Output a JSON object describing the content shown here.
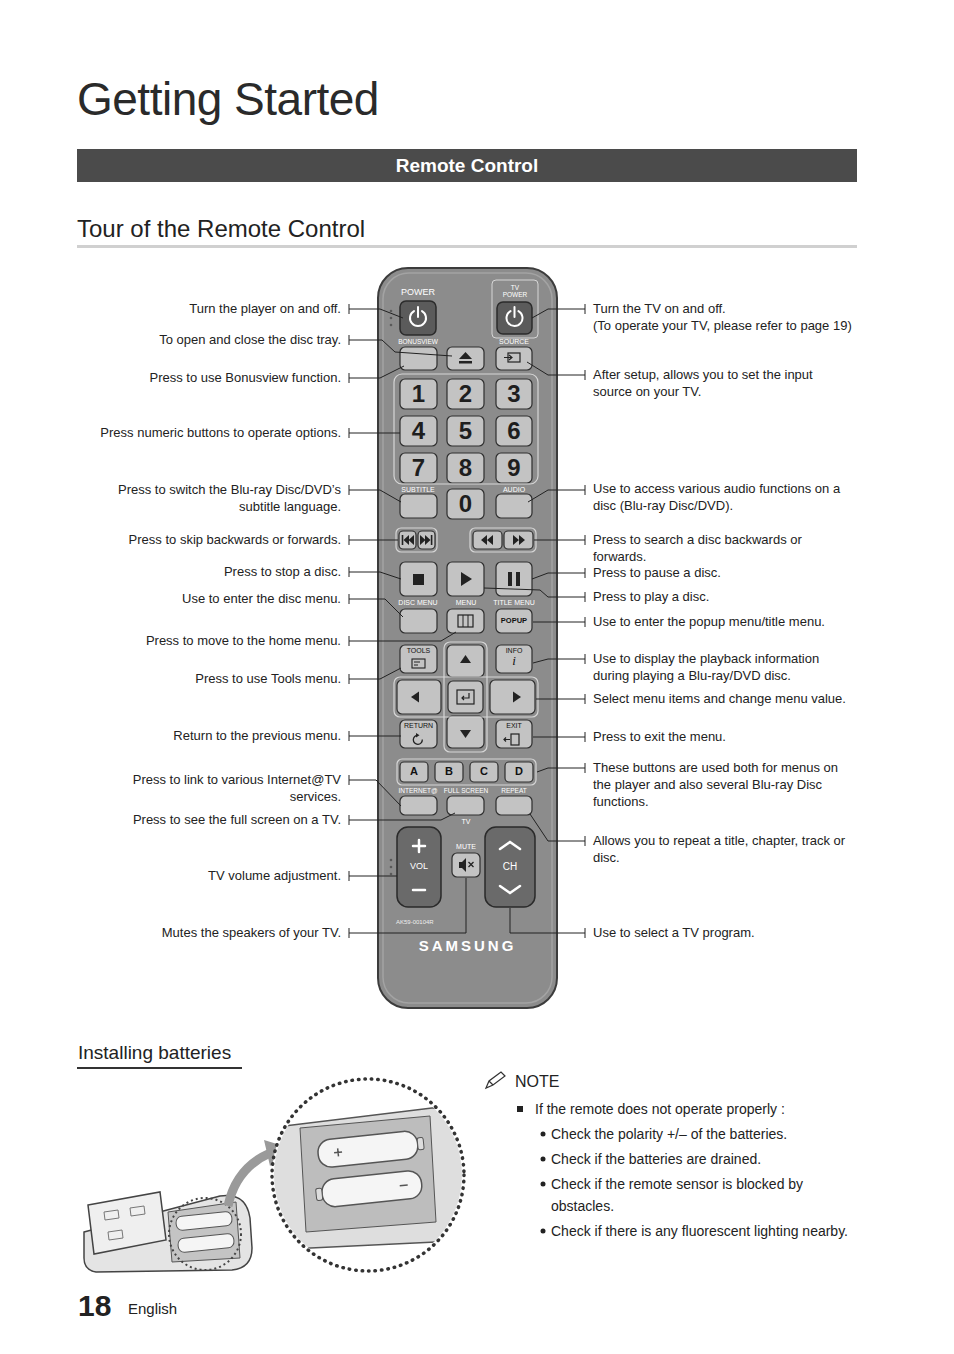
{
  "diagram": {
    "title": "Getting Started",
    "nodes": [
      {
        "text": [
          "Remote Control"
        ]
      },
      {
        "text": [
          "AK59-00104R",
          "SAMSUNG"
        ]
      },
      {
        "text": [
          "1"
        ],
        "in": 1
      },
      {
        "text": [
          "2"
        ],
        "in": 1
      },
      {
        "text": [
          "3"
        ],
        "in": 1
      },
      {
        "text": [
          "4"
        ],
        "in": 1
      },
      {
        "text": [
          "5"
        ],
        "in": 1
      },
      {
        "text": [
          "6"
        ],
        "in": 1
      },
      {
        "text": [
          "7"
        ],
        "in": 1
      },
      {
        "text": [
          "8"
        ],
        "in": 1
      },
      {
        "text": [
          "9"
        ],
        "in": 1
      },
      {
        "text": [
          "0"
        ],
        "in": 1
      },
      {
        "text": [
          "POPUP"
        ],
        "in": 1
      },
      {
        "text": [
          "TOOLS"
        ],
        "in": 1
      },
      {
        "text": [
          "INFO",
          "i"
        ],
        "in": 1
      },
      {
        "text": [
          "RETURN"
        ],
        "in": 1
      },
      {
        "text": [
          "EXIT"
        ],
        "in": 1
      },
      {
        "text": [
          "A"
        ],
        "in": 1
      },
      {
        "text": [
          "B"
        ],
        "in": 1
      },
      {
        "text": [
          "C"
        ],
        "in": 1
      },
      {
        "text": [
          "D"
        ],
        "in": 1
      },
      {
        "text": [
          "VOL"
        ],
        "in": 1
      },
      {
        "text": [
          "CH"
        ],
        "in": 1
      }
    ],
    "labels": [
      "Tour of the Remote Control",
      "Turn the player on and off.",
      "To open and close the disc tray.",
      "Press to use Bonusview function.",
      "Press numeric buttons to operate options.",
      "Press to switch the Blu-ray Disc/DVD’s subtitle language.",
      "Press to skip backwards or forwards.",
      "Press to stop a disc.",
      "Use to enter the disc menu.",
      "Press to move to the home menu.",
      "Press to use Tools menu.",
      "Return to the previous menu.",
      "Press to link to various Internet@TV services.",
      "Press to see the full screen on a TV.",
      "TV volume adjustment.",
      "Mutes the speakers of your TV.",
      "Turn the TV on and off.",
      "(To operate your TV, please refer to page 19)",
      "After setup, allows you to set the input source on your TV.",
      "Use to access various audio functions on a disc (Blu-ray Disc/DVD).",
      "Press to search a disc backwards or forwards.",
      "Press to pause a disc.",
      "Press to play a disc.",
      "Use to enter the popup menu/title menu.",
      "Use to display the playback information during playing a Blu-ray/DVD disc.",
      "Select menu items and change menu value.",
      "Press to exit the menu.",
      "These buttons are used both for menus on the player and also several Blu-ray Disc functions.",
      "Allows you to repeat a title, chapter, track or disc.",
      "Use to select a TV program.",
      "POWER",
      "TV",
      "POWER",
      "BONUSVIEW",
      "SOURCE",
      "SUBTITLE",
      "AUDIO",
      "DISC MENU",
      "MENU",
      "TITLE MENU",
      "INTERNET@",
      "FULL SCREEN",
      "REPEAT",
      "TV",
      "MUTE",
      "Installing batteries",
      "NOTE",
      "If the remote does not operate properly :",
      "Check the polarity +/– of the batteries.",
      "Check if the batteries are drained.",
      "Check if the remote sensor is blocked by obstacles.",
      "Check if there is any fluorescent lighting nearby.",
      "18",
      "English"
    ]
  }
}
